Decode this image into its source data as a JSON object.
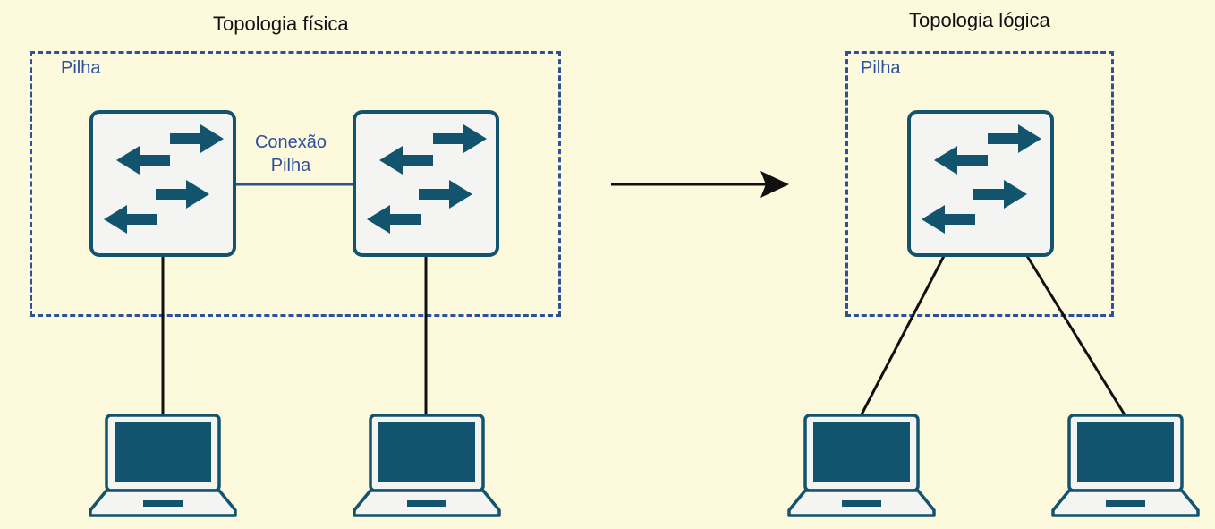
{
  "physical": {
    "title": "Topologia física",
    "stack_label": "Pilha",
    "connection_label_line1": "Conexão",
    "connection_label_line2": "Pilha"
  },
  "logical": {
    "title": "Topologia lógica",
    "stack_label": "Pilha"
  },
  "colors": {
    "background": "#fdf9dc",
    "device": "#12546e",
    "accent": "#2c4f9e"
  },
  "icons": [
    "switch-icon",
    "laptop-icon",
    "arrow-right-icon"
  ]
}
